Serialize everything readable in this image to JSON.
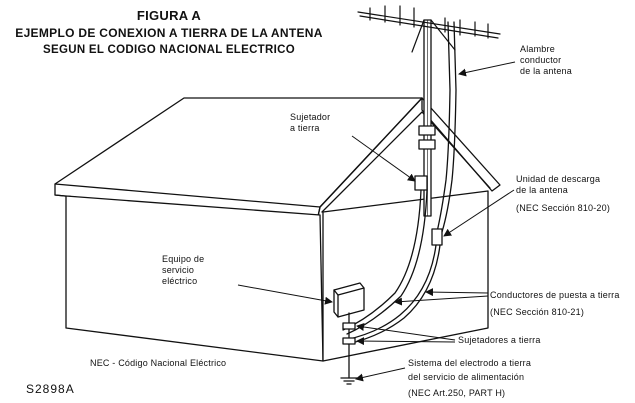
{
  "title": {
    "line1": "FIGURA A",
    "line2": "EJEMPLO DE CONEXION A TIERRA DE LA ANTENA",
    "line3": "SEGUN EL CODIGO NACIONAL ELECTRICO"
  },
  "labels": {
    "alambre_line1": "Alambre",
    "alambre_line2": "conductor",
    "alambre_line3": "de la antena",
    "sujetador_line1": "Sujetador",
    "sujetador_line2": "a tierra",
    "unidad_line1": "Unidad de descarga",
    "unidad_line2": "de la antena",
    "unidad_ref": "(NEC Sección 810-20)",
    "equipo_line1": "Equipo de",
    "equipo_line2": "servicio",
    "equipo_line3": "eléctrico",
    "conductores_line1": "Conductores de puesta a tierra",
    "conductores_ref": "(NEC Sección 810-21)",
    "sujetadores": "Sujetadores a tierra",
    "sistema_line1": "Sistema del electrodo a tierra",
    "sistema_line2": "del servicio de alimentación",
    "sistema_ref": "(NEC Art.250, PART H)",
    "nec_note": "NEC - Código Nacional Eléctrico",
    "figure_code": "S2898A"
  },
  "colors": {
    "line": "#111111",
    "background": "#ffffff"
  }
}
